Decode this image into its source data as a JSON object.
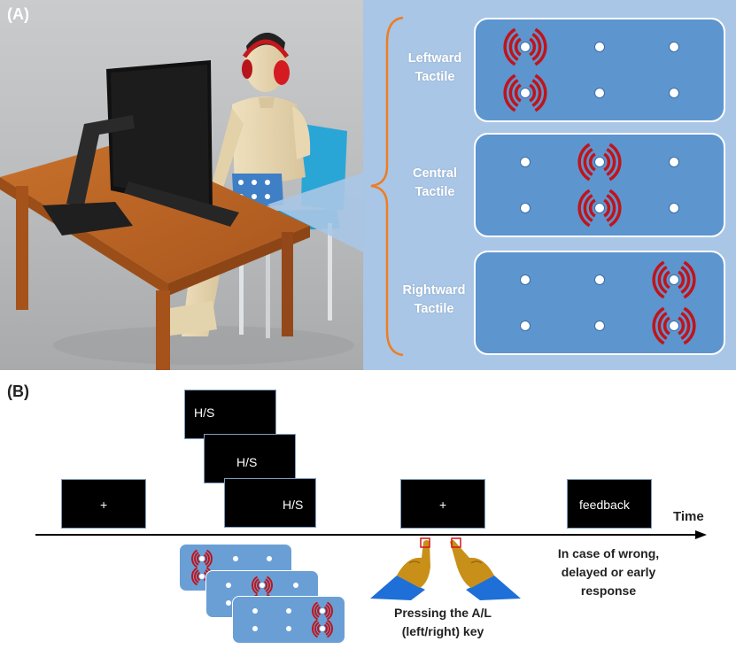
{
  "panel_a": {
    "label": "(A)",
    "conditions": [
      {
        "label_line1": "Leftward",
        "label_line2": "Tactile",
        "active_column": 0
      },
      {
        "label_line1": "Central",
        "label_line2": "Tactile",
        "active_column": 1
      },
      {
        "label_line1": "Rightward",
        "label_line2": "Tactile",
        "active_column": 2
      }
    ]
  },
  "panel_b": {
    "label": "(B)",
    "fixation_symbol": "+",
    "stimulus_text": "H/S",
    "feedback_text": "feedback",
    "axis_label": "Time",
    "feedback_caption": [
      "In case of wrong,",
      "delayed or early",
      "response"
    ],
    "response_caption": [
      "Pressing the A/L",
      "(left/right) key"
    ]
  },
  "colors": {
    "belt_blue": "#5d95cf",
    "tactile_red": "#c0141a",
    "brace_orange": "#ee7d22",
    "screen_black": "#000000",
    "hand_skin": "#c89018",
    "sleeve_blue": "#1f6fd8"
  },
  "icons": [
    "vibration-icon",
    "hand-icon",
    "computer-monitor-icon",
    "headphones-icon"
  ]
}
